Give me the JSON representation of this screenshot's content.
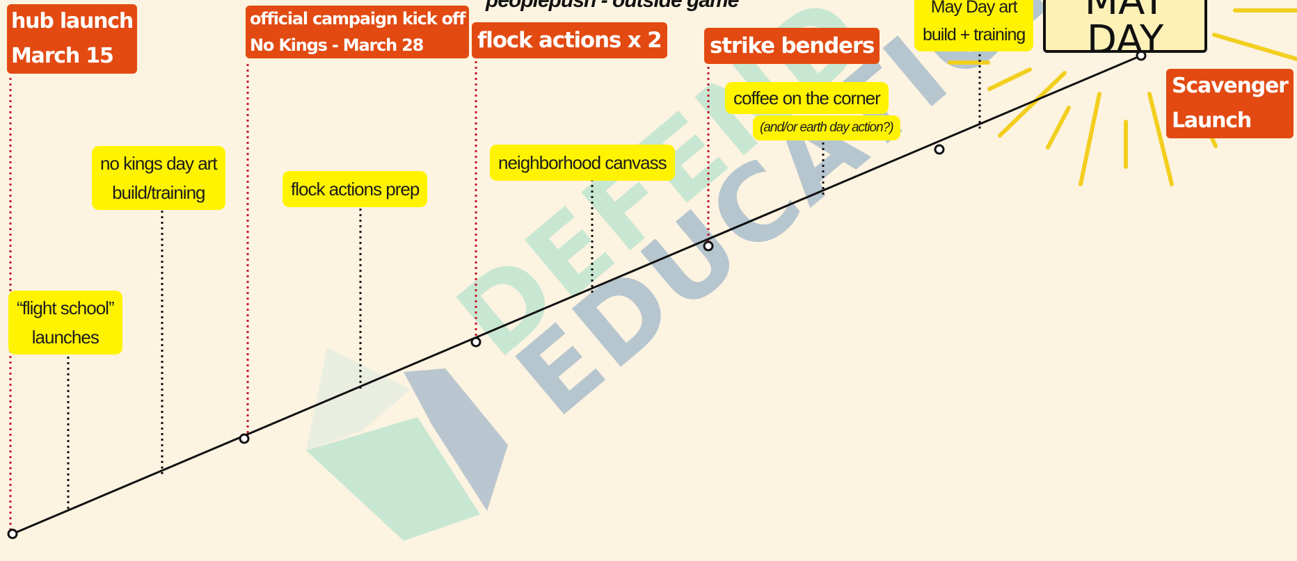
{
  "header": {
    "partial_title": "peoplepush - outside game"
  },
  "may_day_box": {
    "line1": "MAY",
    "line2": "DAY"
  },
  "watermark": {
    "line1": "DEFEND",
    "line2": "EDUCATION"
  },
  "milestones": [
    {
      "line1": "hub launch",
      "line2": "March 15"
    },
    {
      "line1": "official campaign kick off",
      "line2": "No Kings - March 28"
    },
    {
      "line1": "flock actions x 2"
    },
    {
      "line1": "strike benders"
    },
    {
      "line1": "Scavenger",
      "line2": "Launch"
    }
  ],
  "activities": [
    {
      "line1": "“flight school”",
      "line2": "launches"
    },
    {
      "line1": "no kings day art",
      "line2": "build/training"
    },
    {
      "line1": "flock actions prep"
    },
    {
      "line1": "neighborhood canvass"
    },
    {
      "line1": "coffee on the corner",
      "line2": "(and/or earth day action?)"
    },
    {
      "line1": "May Day art",
      "line2": "build + training"
    }
  ],
  "colors": {
    "background": "#fdf3e1",
    "milestone_red": "#e24a12",
    "activity_yellow": "#fff300",
    "ray_yellow": "#f2cf1f",
    "watermark_green": "#bfe6cf",
    "watermark_blue": "#a9bfcc"
  }
}
